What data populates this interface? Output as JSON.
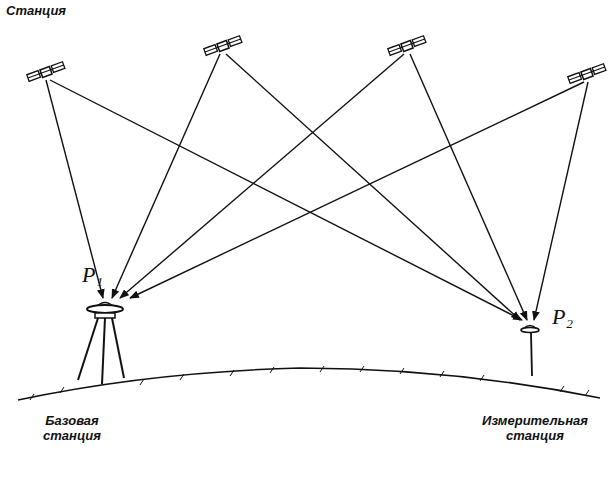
{
  "diagram": {
    "labels": [
      "Станция",
      "P₁",
      "P₂",
      "Базовая станция",
      "Измерительная станция"
    ]
  }
}
